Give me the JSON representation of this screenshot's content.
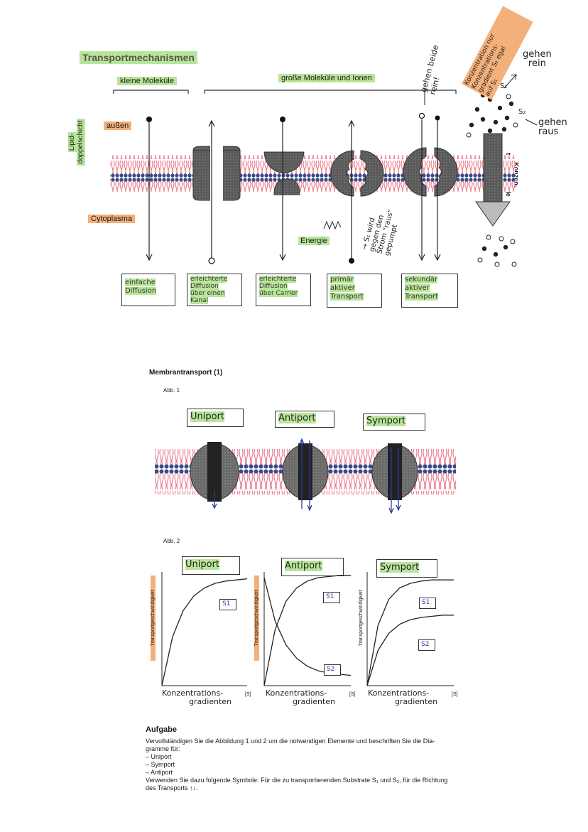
{
  "top": {
    "title": "Transportmechanismen",
    "group_small": "kleine Moleküle",
    "group_large": "große Moleküle und Ionen",
    "label_outside": "außen",
    "label_lipid": "Lipid-\ndoppelschicht",
    "label_lipid_1": "Lipid-",
    "label_lipid_2": "doppelschicht",
    "label_cytoplasm": "Cytoplasma",
    "label_energy": "Energie",
    "label_gradient_1": "Konzen-",
    "label_gradient_2": "trationsgefälle",
    "note_s1_against": "→ S₁ wird gegen den Strom \"raus\" gepumpt",
    "note_s1_1": "→ S₁ wird",
    "note_s1_2": "gegen den",
    "note_s1_3": "Strom \"raus\"",
    "note_s1_4": "gepumpt",
    "note_both_in_1": "gehen beide",
    "note_both_in_2": "rein!",
    "note_gradient_1": "Konzentration nur",
    "note_gradient_2": "Konzentrations-",
    "note_gradient_3": "gradient S₂ egal",
    "note_gradient_4": "auf S₁",
    "note_go_in_1": "gehen",
    "note_go_in_2": "rein",
    "note_go_out_1": "gehen",
    "note_go_out_2": "raus",
    "s1": "S₁",
    "s2": "S₂",
    "boxes": [
      {
        "l1": "einfache",
        "l2": "Diffusion",
        "l3": ""
      },
      {
        "l1": "erleichterte",
        "l2": "Diffusion",
        "l3": "über einen Kanal"
      },
      {
        "l1": "erleichterte",
        "l2": "Diffusion",
        "l3": "über Carrier"
      },
      {
        "l1": "primär",
        "l2": "aktiver",
        "l3": "Transport"
      },
      {
        "l1": "sekundär",
        "l2": "aktiver",
        "l3": "Transport"
      }
    ]
  },
  "bottom": {
    "title": "Membrantransport (1)",
    "abb1": "Abb. 1",
    "abb2": "Abb. 2",
    "labels": [
      "Uniport",
      "Antiport",
      "Symport"
    ],
    "ylabel": "Transportgeschwindigkeit",
    "xlabel_1": "Konzentrations-",
    "xlabel_2": "gradienten",
    "xunit": "[S]",
    "s1": "S1",
    "s2": "S2",
    "task_title": "Aufgabe",
    "task_line1": "Vervollständigen Sie die Abbildung 1 und 2 um die notwendigen Elemente und beschriften Sie die Dia-",
    "task_line2": "gramme für:",
    "task_items": [
      "Uniport",
      "Symport",
      "Antiport"
    ],
    "task_line3": "Verwenden Sie dazu folgende Symbole: Für die zu transportierenden Substrate S₁ und S₂, für die Richtung",
    "task_line4": "des Transports ↑↓."
  },
  "colors": {
    "highlight_green": "#b9e59a",
    "highlight_orange": "#f4b07a",
    "lipid_pink": "#e96a80",
    "head_blue": "#3a4a88",
    "protein_gray": "#666666"
  },
  "chart_data": [
    {
      "type": "line",
      "title": "Uniport",
      "xlabel": "Konzentrationsgradienten [S]",
      "ylabel": "Transportgeschwindigkeit",
      "x": [
        0,
        1,
        2,
        3,
        4,
        5,
        6,
        7,
        8
      ],
      "series": [
        {
          "name": "S1",
          "values": [
            0,
            4.3,
            6.6,
            7.9,
            8.6,
            9.0,
            9.2,
            9.3,
            9.4
          ]
        }
      ]
    },
    {
      "type": "line",
      "title": "Antiport",
      "xlabel": "Konzentrationsgradienten [S]",
      "ylabel": "Transportgeschwindigkeit",
      "x": [
        0,
        1,
        2,
        3,
        4,
        5,
        6,
        7,
        8
      ],
      "series": [
        {
          "name": "S1",
          "values": [
            0,
            4.9,
            7.4,
            8.6,
            9.2,
            9.5,
            9.6,
            9.7,
            9.7
          ]
        },
        {
          "name": "S2",
          "values": [
            9.5,
            5.7,
            3.6,
            2.4,
            1.7,
            1.3,
            1.1,
            1.0,
            0.9
          ]
        }
      ]
    },
    {
      "type": "line",
      "title": "Symport",
      "xlabel": "Konzentrationsgradienten [S]",
      "ylabel": "Transportgeschwindigkeit",
      "x": [
        0,
        1,
        2,
        3,
        4,
        5,
        6,
        7,
        8
      ],
      "series": [
        {
          "name": "S1",
          "values": [
            0,
            5.3,
            7.6,
            8.6,
            9.0,
            9.2,
            9.3,
            9.3,
            9.3
          ]
        },
        {
          "name": "S2",
          "values": [
            0,
            3.1,
            4.6,
            5.4,
            5.8,
            6.0,
            6.1,
            6.2,
            6.2
          ]
        }
      ]
    }
  ]
}
